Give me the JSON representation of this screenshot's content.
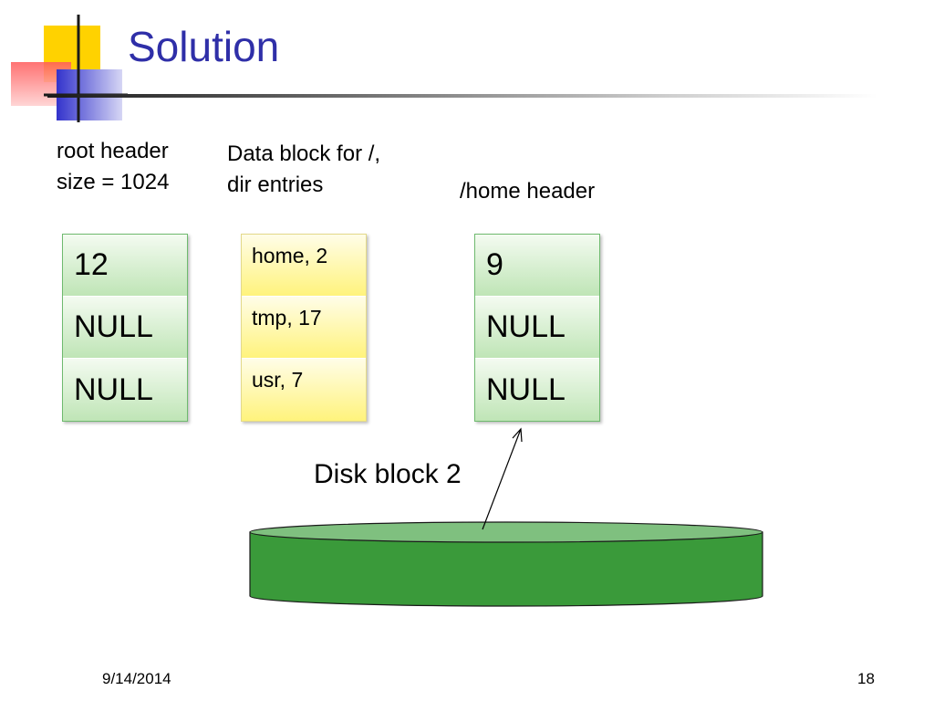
{
  "slide": {
    "title": "Solution",
    "root_header_label": "root header\nsize = 1024",
    "data_block_label": "Data block for /,\ndir entries",
    "home_header_label": "/home header",
    "root_header_cells": [
      "12",
      "NULL",
      "NULL"
    ],
    "data_block_cells": [
      "home, 2",
      "tmp, 17",
      "usr, 7"
    ],
    "home_header_cells": [
      "9",
      "NULL",
      "NULL"
    ],
    "disk_label": "Disk block 2",
    "footer_date": "9/14/2014",
    "page_number": "18"
  },
  "colors": {
    "title": "#2f2fa8",
    "green_cell": "#bfe5b6",
    "yellow_cell": "#fff37c",
    "disk_body": "#3a9a3a",
    "disk_top": "#7fc07f"
  }
}
